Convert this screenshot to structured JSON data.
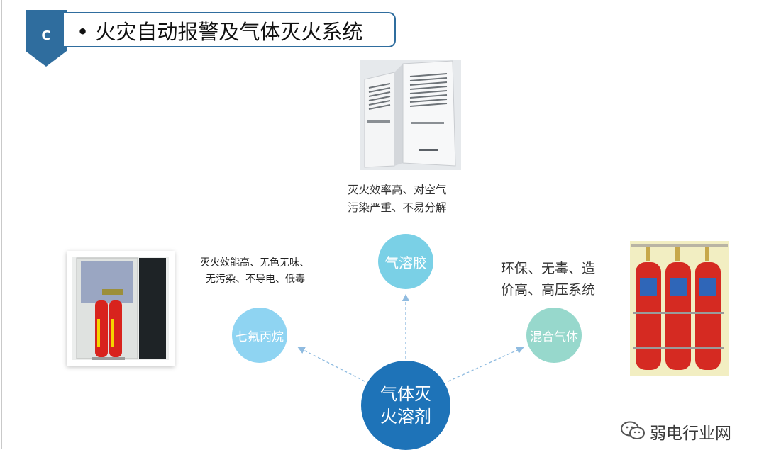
{
  "title": {
    "badge_letter": "C",
    "text": "• 火灾自动报警及气体灭火系统",
    "accent_color": "#2f6d9e"
  },
  "center": {
    "label_line1": "气体灭",
    "label_line2": "火溶剂",
    "color": "#1e73b8"
  },
  "branches": {
    "aerosol": {
      "label": "气溶胶",
      "desc_line1": "灭火效率高、对空气",
      "desc_line2": "污染严重、不易分解",
      "color": "#7ad0e6"
    },
    "hfc": {
      "label": "七氟丙烷",
      "desc_line1": "灭火效能高、无色无味、",
      "desc_line2": "无污染、不导电、低毒",
      "color": "#8fd4f2"
    },
    "mixed": {
      "label": "混合气体",
      "desc_line1": "环保、无毒、造",
      "desc_line2": "价高、高压系统",
      "color": "#97d8cc"
    }
  },
  "watermark": {
    "text": "弱电行业网"
  }
}
